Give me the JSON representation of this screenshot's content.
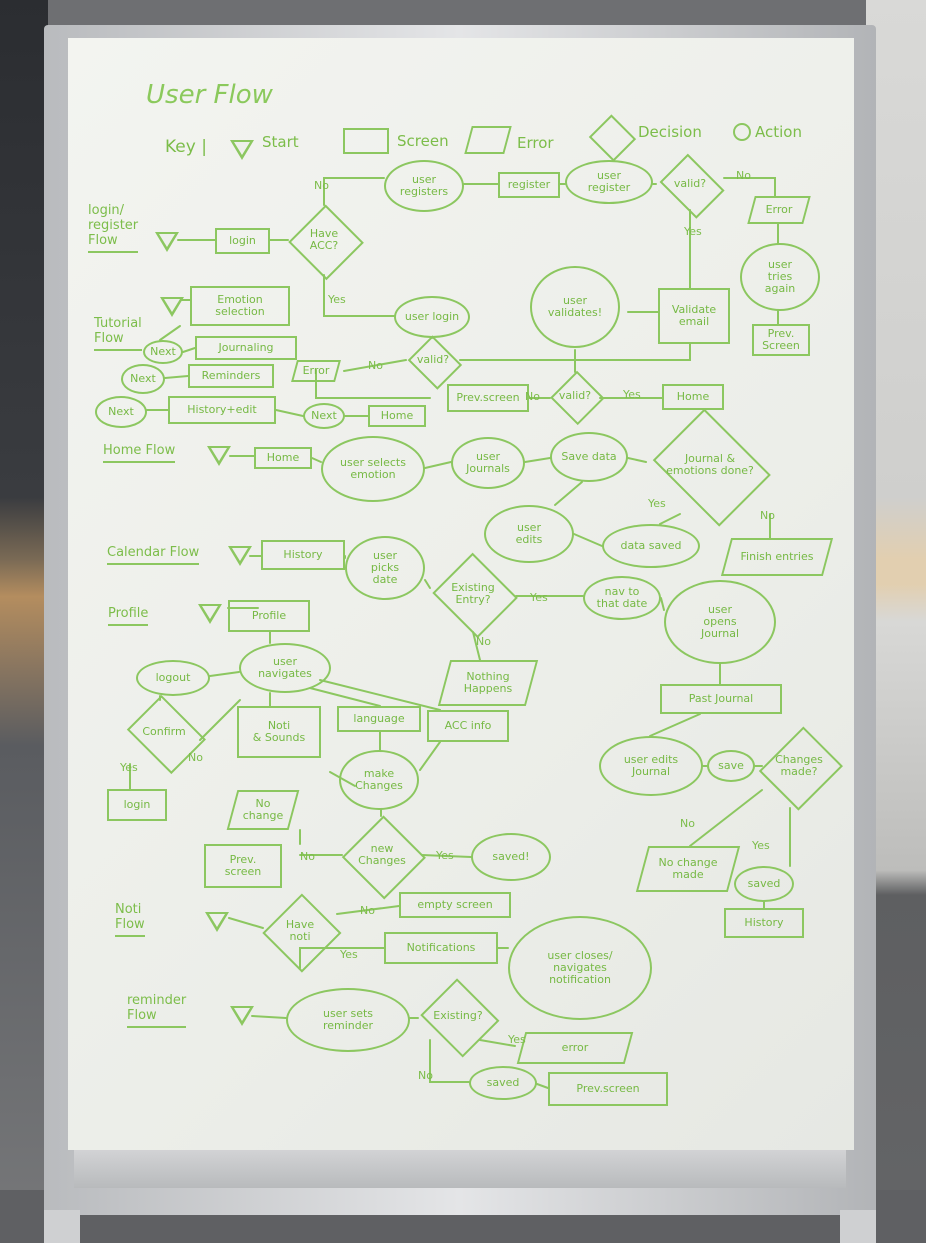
{
  "title": "User Flow",
  "key": {
    "label": "Key |",
    "items": [
      {
        "type": "start",
        "label": "Start"
      },
      {
        "type": "screen",
        "label": "Screen"
      },
      {
        "type": "error",
        "label": "Error"
      },
      {
        "type": "decision",
        "label": "Decision"
      },
      {
        "type": "action",
        "label": "Action"
      }
    ]
  },
  "flows": [
    {
      "id": "login",
      "label": "login/\nregister\nFlow"
    },
    {
      "id": "tutorial",
      "label": "Tutorial\nFlow"
    },
    {
      "id": "home",
      "label": "Home Flow"
    },
    {
      "id": "calendar",
      "label": "Calendar Flow"
    },
    {
      "id": "profile",
      "label": "Profile"
    },
    {
      "id": "noti",
      "label": "Noti\nFlow"
    },
    {
      "id": "reminder",
      "label": "reminder\nFlow"
    }
  ],
  "nodes": [
    {
      "id": "l0",
      "type": "start",
      "text": ""
    },
    {
      "id": "l1",
      "type": "screen",
      "text": "login"
    },
    {
      "id": "l2",
      "type": "decision",
      "text": "Have\nACC?"
    },
    {
      "id": "l3",
      "type": "action",
      "text": "user\nregisters"
    },
    {
      "id": "l4",
      "type": "screen",
      "text": "register"
    },
    {
      "id": "l5",
      "type": "action",
      "text": "user\nregister"
    },
    {
      "id": "l6",
      "type": "decision",
      "text": "valid?"
    },
    {
      "id": "l7",
      "type": "error",
      "text": "Error"
    },
    {
      "id": "l8",
      "type": "action",
      "text": "user\ntries\nagain"
    },
    {
      "id": "l9",
      "type": "screen",
      "text": "Prev.\nScreen"
    },
    {
      "id": "l10",
      "type": "screen",
      "text": "Validate\nemail"
    },
    {
      "id": "l11",
      "type": "action",
      "text": "user\nvalidates!"
    },
    {
      "id": "l12",
      "type": "action",
      "text": "user login"
    },
    {
      "id": "l13",
      "type": "decision",
      "text": "valid?"
    },
    {
      "id": "l14",
      "type": "error",
      "text": "Error"
    },
    {
      "id": "l15",
      "type": "screen",
      "text": "Prev.screen"
    },
    {
      "id": "l16",
      "type": "decision",
      "text": "valid?"
    },
    {
      "id": "l17",
      "type": "screen",
      "text": "Home"
    },
    {
      "id": "t0",
      "type": "start",
      "text": ""
    },
    {
      "id": "t1",
      "type": "screen",
      "text": "Emotion\nselection"
    },
    {
      "id": "t2",
      "type": "action",
      "text": "Next"
    },
    {
      "id": "t3",
      "type": "screen",
      "text": "Journaling"
    },
    {
      "id": "t4",
      "type": "action",
      "text": "Next"
    },
    {
      "id": "t5",
      "type": "screen",
      "text": "Reminders"
    },
    {
      "id": "t6",
      "type": "action",
      "text": "Next"
    },
    {
      "id": "t7",
      "type": "screen",
      "text": "History+edit"
    },
    {
      "id": "t8",
      "type": "action",
      "text": "Next"
    },
    {
      "id": "t9",
      "type": "screen",
      "text": "Home"
    },
    {
      "id": "h0",
      "type": "start",
      "text": ""
    },
    {
      "id": "h1",
      "type": "screen",
      "text": "Home"
    },
    {
      "id": "h2",
      "type": "action",
      "text": "user selects\nemotion"
    },
    {
      "id": "h3",
      "type": "action",
      "text": "user\nJournals"
    },
    {
      "id": "h4",
      "type": "action",
      "text": "Save data"
    },
    {
      "id": "h5",
      "type": "decision",
      "text": "Journal &\nemotions done?"
    },
    {
      "id": "h6",
      "type": "action",
      "text": "user\nedits"
    },
    {
      "id": "h7",
      "type": "action",
      "text": "data saved"
    },
    {
      "id": "h8",
      "type": "error",
      "text": "Finish entries"
    },
    {
      "id": "c0",
      "type": "start",
      "text": ""
    },
    {
      "id": "c1",
      "type": "screen",
      "text": "History"
    },
    {
      "id": "c2",
      "type": "action",
      "text": "user\npicks\ndate"
    },
    {
      "id": "c3",
      "type": "decision",
      "text": "Existing\nEntry?"
    },
    {
      "id": "c4",
      "type": "action",
      "text": "nav to\nthat date"
    },
    {
      "id": "c5",
      "type": "action",
      "text": "user\nopens\nJournal"
    },
    {
      "id": "c6",
      "type": "error",
      "text": "Nothing\nHappens"
    },
    {
      "id": "c7",
      "type": "screen",
      "text": "Past Journal"
    },
    {
      "id": "c8",
      "type": "action",
      "text": "user edits\nJournal"
    },
    {
      "id": "c9",
      "type": "action",
      "text": "save"
    },
    {
      "id": "c10",
      "type": "decision",
      "text": "Changes\nmade?"
    },
    {
      "id": "c11",
      "type": "error",
      "text": "No change\nmade"
    },
    {
      "id": "c12",
      "type": "action",
      "text": "saved"
    },
    {
      "id": "c13",
      "type": "screen",
      "text": "History"
    },
    {
      "id": "p0",
      "type": "start",
      "text": ""
    },
    {
      "id": "p1",
      "type": "screen",
      "text": "Profile"
    },
    {
      "id": "p2",
      "type": "action",
      "text": "user\nnavigates"
    },
    {
      "id": "p3",
      "type": "action",
      "text": "logout"
    },
    {
      "id": "p4",
      "type": "decision",
      "text": "Confirm"
    },
    {
      "id": "p5",
      "type": "screen",
      "text": "login"
    },
    {
      "id": "p6",
      "type": "screen",
      "text": "Noti\n& Sounds"
    },
    {
      "id": "p7",
      "type": "screen",
      "text": "language"
    },
    {
      "id": "p8",
      "type": "screen",
      "text": "ACC info"
    },
    {
      "id": "p9",
      "type": "action",
      "text": "make\nChanges"
    },
    {
      "id": "p10",
      "type": "error",
      "text": "No\nchange"
    },
    {
      "id": "p11",
      "type": "screen",
      "text": "Prev.\nscreen"
    },
    {
      "id": "p12",
      "type": "decision",
      "text": "new\nChanges"
    },
    {
      "id": "p13",
      "type": "action",
      "text": "saved!"
    },
    {
      "id": "n0",
      "type": "start",
      "text": ""
    },
    {
      "id": "n1",
      "type": "decision",
      "text": "Have\nnoti"
    },
    {
      "id": "n2",
      "type": "screen",
      "text": "empty screen"
    },
    {
      "id": "n3",
      "type": "screen",
      "text": "Notifications"
    },
    {
      "id": "n4",
      "type": "action",
      "text": "user closes/\nnavigates\nnotification"
    },
    {
      "id": "r0",
      "type": "start",
      "text": ""
    },
    {
      "id": "r1",
      "type": "action",
      "text": "user sets\nreminder"
    },
    {
      "id": "r2",
      "type": "decision",
      "text": "Existing?"
    },
    {
      "id": "r3",
      "type": "error",
      "text": "error"
    },
    {
      "id": "r4",
      "type": "action",
      "text": "saved"
    },
    {
      "id": "r5",
      "type": "screen",
      "text": "Prev.screen"
    }
  ],
  "edge_labels": [
    "No",
    "Yes",
    "No",
    "Yes",
    "No",
    "No",
    "Yes",
    "Yes",
    "No",
    "Yes",
    "No",
    "Yes",
    "No",
    "No",
    "Yes",
    "No",
    "Yes",
    "No",
    "Yes",
    "Yes",
    "No"
  ],
  "colors": {
    "marker": "#8cc760",
    "board": "#eef0eb"
  }
}
